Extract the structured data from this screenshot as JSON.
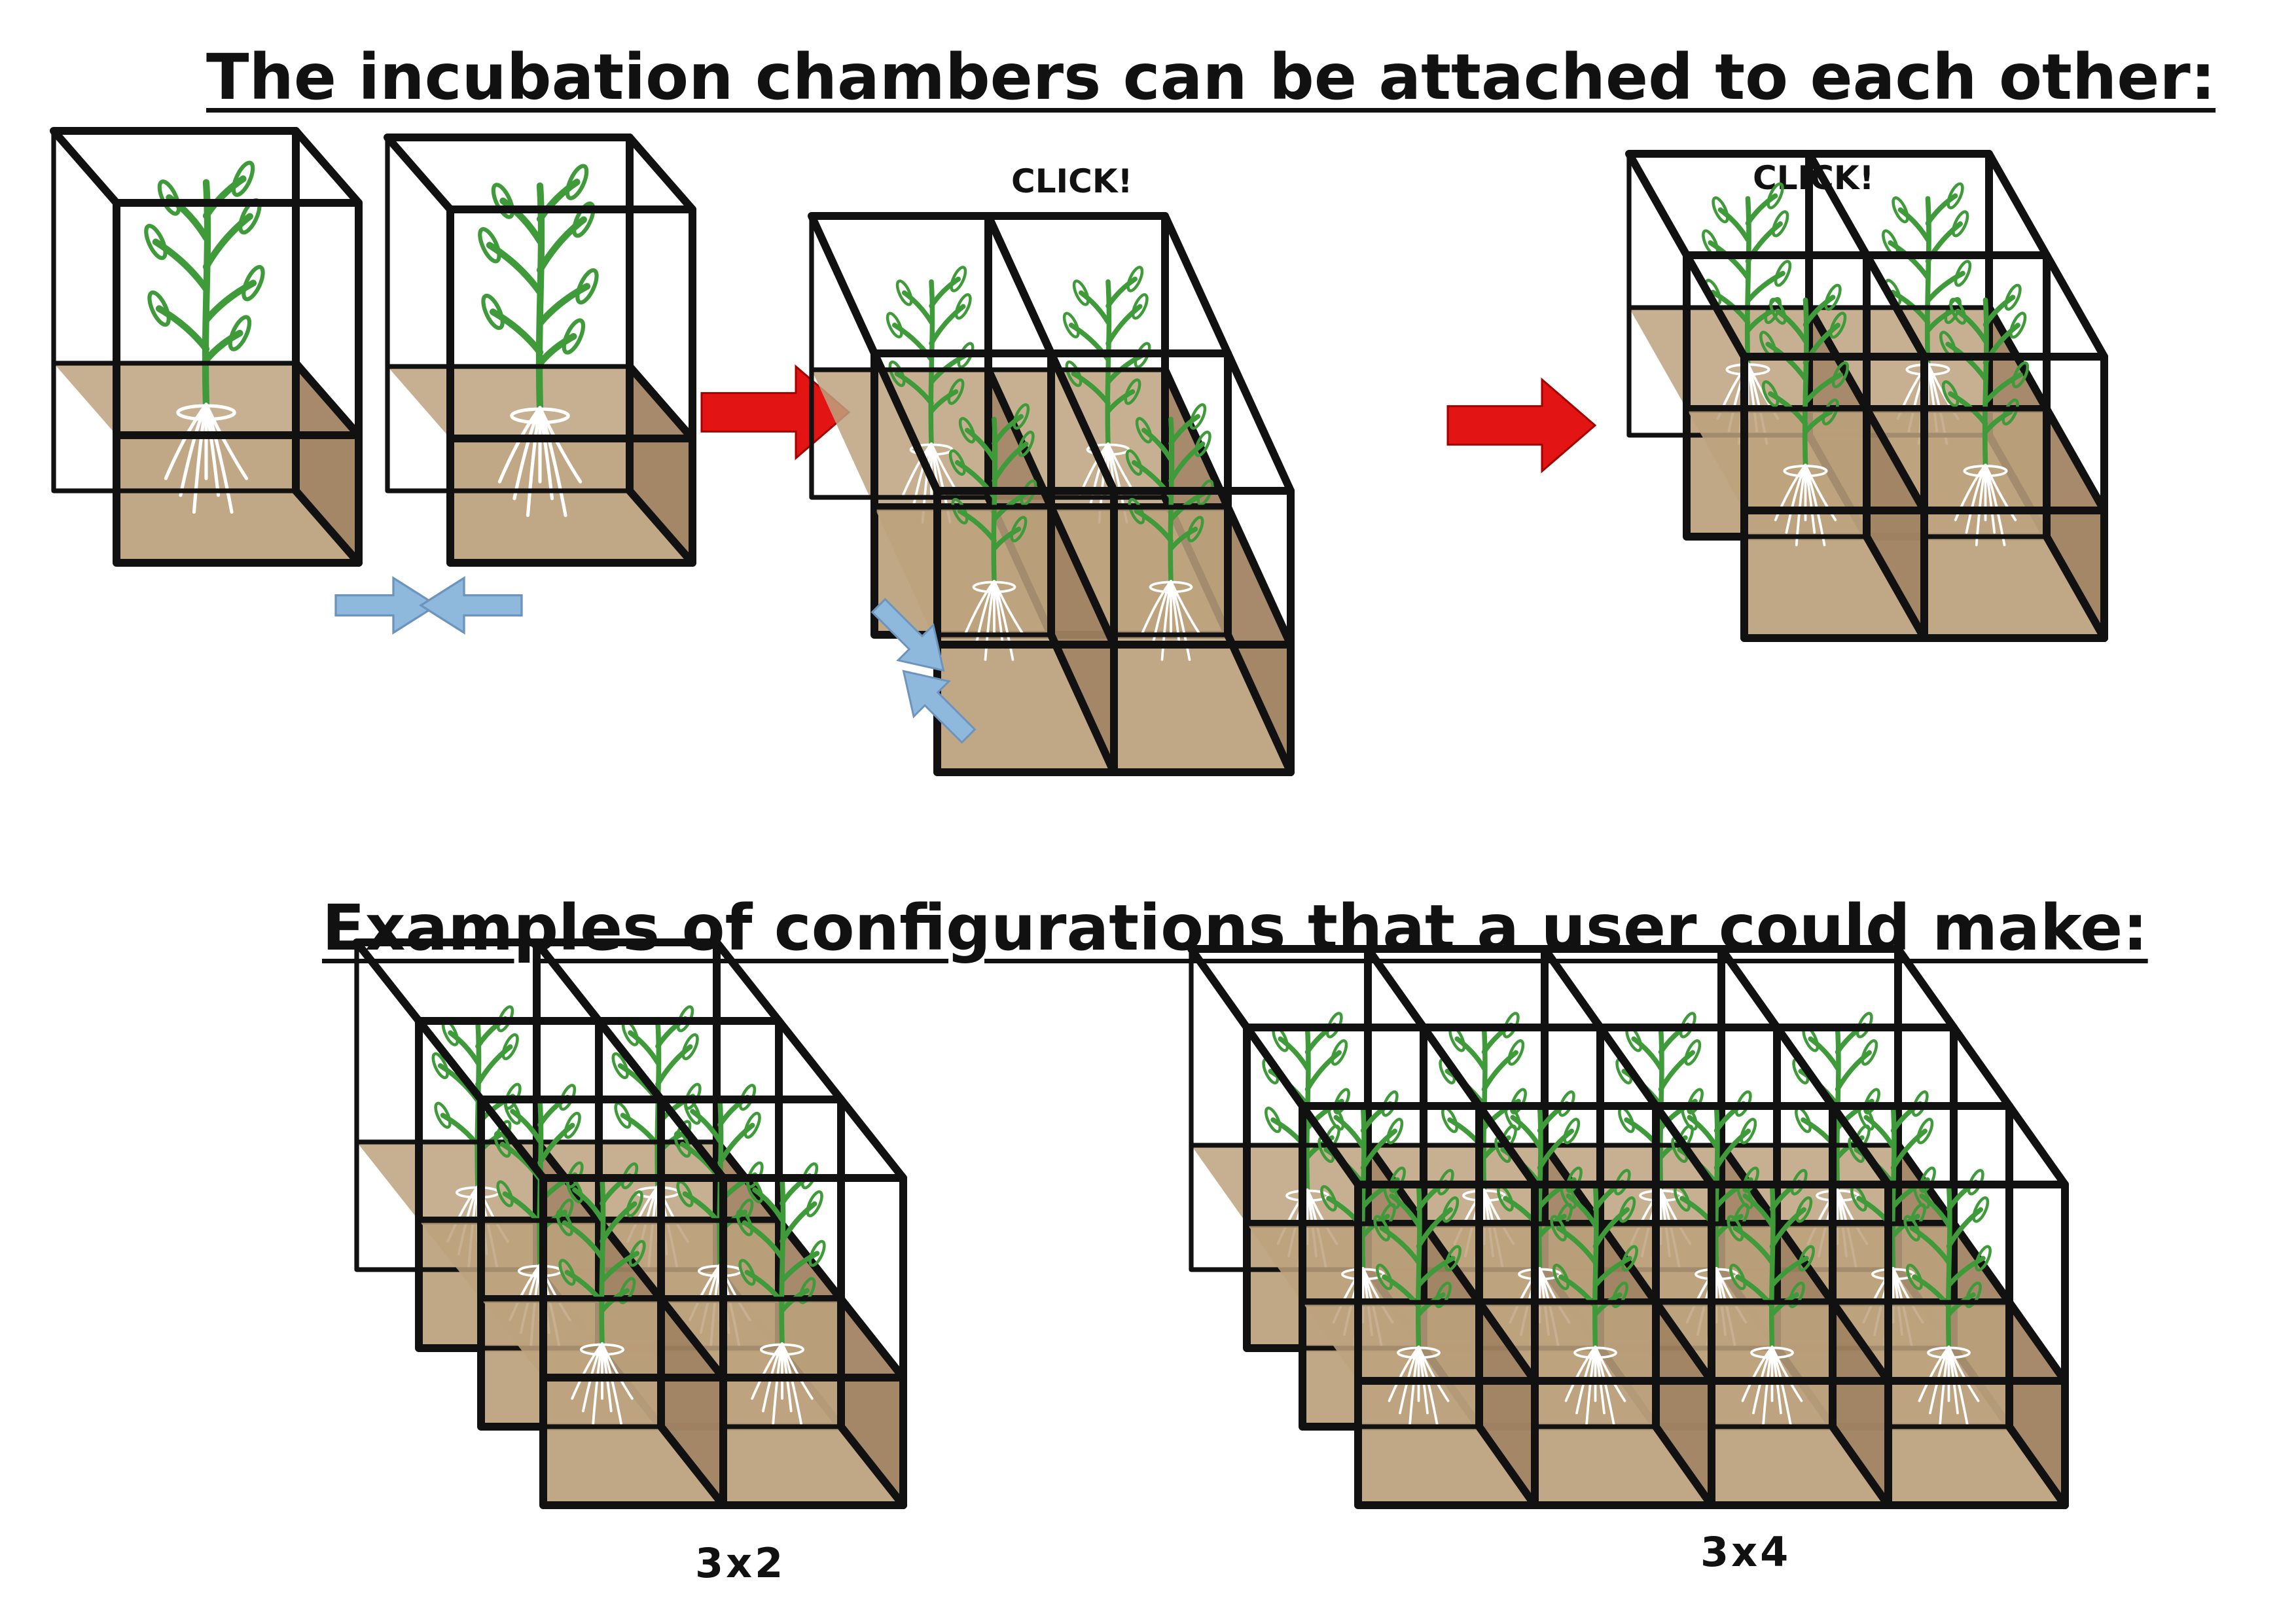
{
  "headings": {
    "attach": "The incubation chambers can be attached to each other:",
    "examples": "Examples of configurations that a user could make:"
  },
  "labels": {
    "click_1": "CLICK!",
    "click_2": "CLICK!",
    "config_a": "3x2",
    "config_b": "3x4"
  },
  "icons": {
    "merge_arrow": "red-arrow-icon",
    "push_arrow": "blue-arrow-icon",
    "chamber": "incubation-chamber-icon",
    "plant": "plant-icon"
  },
  "colors": {
    "frame": "#111111",
    "soil": "#bda27e",
    "soil_dark": "#8f7252",
    "plant": "#3f9a3a",
    "roots": "#ffffff",
    "red_arrow": "#e31414",
    "blue_arrow": "#8fb8dd"
  }
}
